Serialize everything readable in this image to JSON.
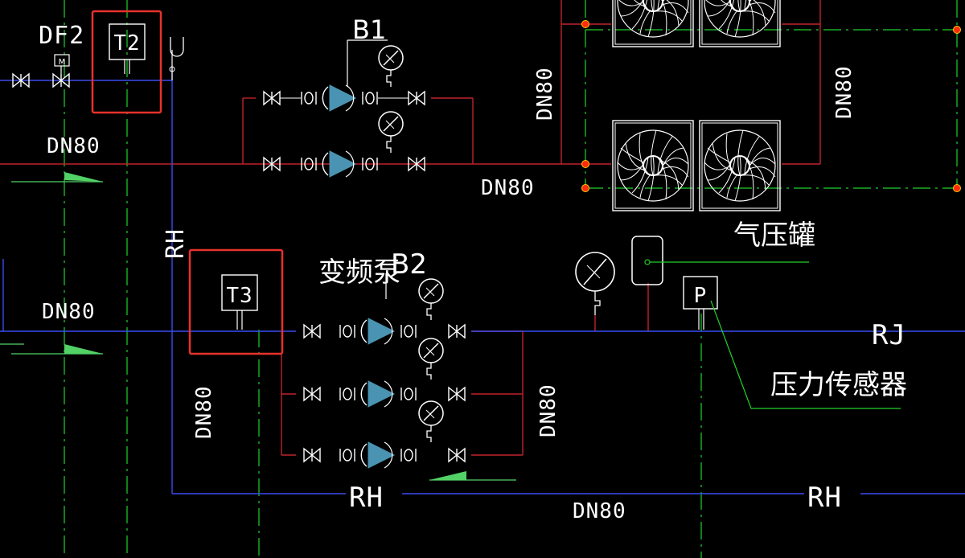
{
  "labels": {
    "df2": "DF2",
    "t2": "T2",
    "t3": "T3",
    "b1": "B1",
    "b2": "B2",
    "vfd_pump": "变频泵",
    "pressure_tank": "气压罐",
    "pressure_sensor": "压力传感器",
    "motor": "M",
    "rj": "RJ",
    "rh_vertical": "RH",
    "rh_bottom_1": "RH",
    "rh_bottom_2": "RH",
    "sensor_box": "P",
    "dn80_top_left": "DN80",
    "dn80_mid_left": "DN80",
    "dn80_b1_outlet": "DN80",
    "dn80_vert_chiller_left": "DN80",
    "dn80_vert_chiller_right": "DN80",
    "dn80_vert_left": "DN80",
    "dn80_vert_b2": "DN80",
    "dn80_bottom": "DN80"
  },
  "colors": {
    "background": "#000000",
    "pipe_red": "#c0222a",
    "pipe_blue": "#3a4cf0",
    "centerline_green": "#1fd12c",
    "highlight_red": "#e8322c",
    "pump_fill": "#4a93b2",
    "valve_line": "#ffffff",
    "node_red": "#ff2a10",
    "flow_arrow": "#52d266"
  },
  "icons": [
    "gate-valve-icon",
    "pump-icon",
    "pressure-gauge-icon",
    "axial-fan-icon",
    "motor-valve-icon",
    "pressure-tank-icon",
    "pressure-sensor-icon"
  ]
}
